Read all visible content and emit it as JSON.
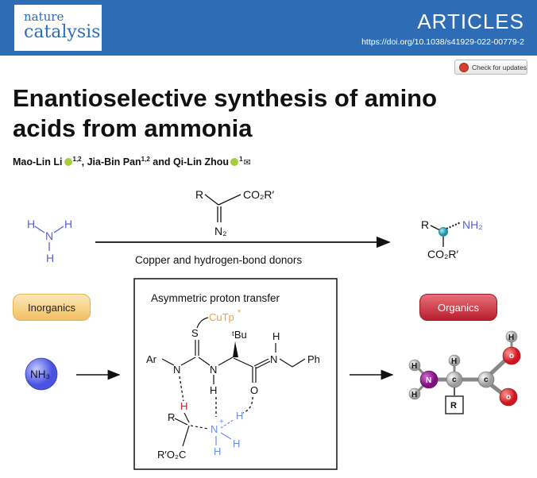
{
  "header": {
    "logo_line1": "nature",
    "logo_line2": "catalysis",
    "section": "ARTICLES",
    "doi": "https://doi.org/10.1038/s41929-022-00779-2"
  },
  "check_updates": "Check for updates",
  "title": "Enantioselective synthesis of amino acids from ammonia",
  "authors": [
    {
      "name": "Mao-Lin Li",
      "aff": "1,2",
      "orcid": true
    },
    {
      "name": "Jia-Bin Pan",
      "aff": "1,2",
      "orcid": false
    },
    {
      "name": "Qi-Lin Zhou",
      "aff": "1",
      "orcid": true,
      "corresponding": true
    }
  ],
  "authors_sep": ", ",
  "authors_and": " and ",
  "figure": {
    "ammonia_atoms": {
      "n": "N",
      "h": "H"
    },
    "diazo": {
      "r": "R",
      "ester": "CO₂R′",
      "n2": "N₂"
    },
    "conditions": "Copper and hydrogen-bond donors",
    "product": {
      "r": "R",
      "nh2": "NH₂",
      "ester": "CO₂R′"
    },
    "left_pill": "Inorganics",
    "right_pill": "Organics",
    "nh3": "NH₃",
    "box_title": "Asymmetric proton transfer",
    "box": {
      "cutp": "CuTp",
      "star": "*",
      "s": "S",
      "tbu": "ᵗBu",
      "ar": "Ar",
      "n": "N",
      "h": "H",
      "o": "O",
      "ph": "Ph",
      "r": "R",
      "ester": "R′O₂C",
      "plus": "+"
    },
    "model": {
      "c": "c",
      "o": "o",
      "n": "N",
      "h": "H",
      "r": "R"
    },
    "colors": {
      "amine": "#5a5fd9",
      "ammonium": "#6b8fe8",
      "orange": "#f0a33a",
      "red": "#d61f2a",
      "purple": "#8a1a8c",
      "teal": "#2fa9bb"
    }
  }
}
